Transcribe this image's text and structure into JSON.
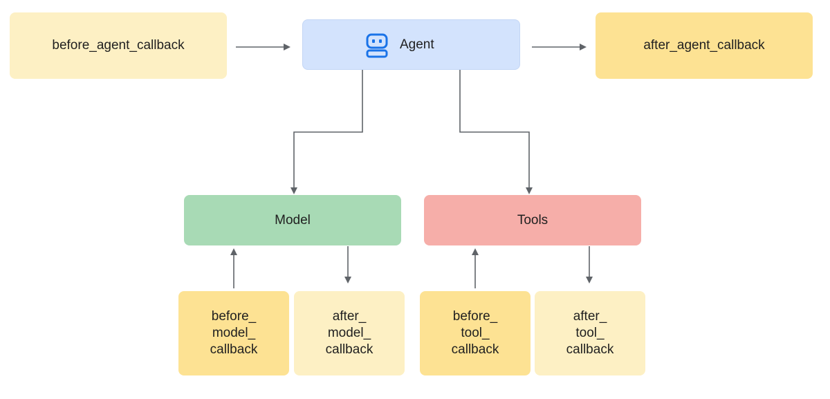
{
  "colors": {
    "callback_light": "#fdf0c4",
    "callback_dark": "#fde293",
    "agent_fill": "#d3e3fd",
    "agent_icon": "#1a73e8",
    "model_fill": "#a8dab5",
    "tools_fill": "#f6aea9",
    "arrow": "#5f6368"
  },
  "agent": {
    "icon": "robot-icon",
    "label": "Agent"
  },
  "before_agent_callback": {
    "label": "before_agent_callback"
  },
  "after_agent_callback": {
    "label": "after_agent_callback"
  },
  "model": {
    "label": "Model"
  },
  "tools": {
    "label": "Tools"
  },
  "before_model_callback": {
    "lines": [
      "before_",
      "model_",
      "callback"
    ]
  },
  "after_model_callback": {
    "lines": [
      "after_",
      "model_",
      "callback"
    ]
  },
  "before_tool_callback": {
    "lines": [
      "before_",
      "tool_",
      "callback"
    ]
  },
  "after_tool_callback": {
    "lines": [
      "after_",
      "tool_",
      "callback"
    ]
  }
}
